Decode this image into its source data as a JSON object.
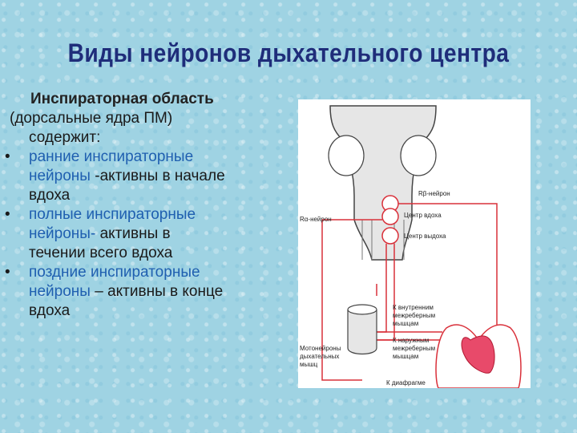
{
  "title": "Виды нейронов дыхательного центра",
  "heading": "Инспираторная область",
  "subtitle_line1": "(дорсальные ядра ПМ)",
  "subtitle_line2": "содержит:",
  "bullets": [
    {
      "term_l1": "ранние инспираторные",
      "term_l2": "нейроны",
      "desc_l2": " -активны в начале",
      "desc_l3": "вдоха"
    },
    {
      "term_l1": "полные инспираторные",
      "term_l2": "нейроны-",
      "desc_l2": " активны в",
      "desc_l3": "течении всего вдоха"
    },
    {
      "term_l1": "поздние инспираторные",
      "term_l2": "нейроны",
      "desc_l2": " – активны в конце",
      "desc_l3": "вдоха"
    }
  ],
  "figure": {
    "label_rb": "Rβ-нейрон",
    "label_ra": "Rα-нейрон",
    "label_inspiration": "Центр вдоха",
    "label_expiration": "Центр выдоха",
    "label_internal_l1": "К внутренним",
    "label_internal_l2": "межреберным",
    "label_internal_l3": "мышцам",
    "label_external_l1": "К наружным",
    "label_external_l2": "межреберным",
    "label_external_l3": "мышцам",
    "label_motor_l1": "Мотонейроны",
    "label_motor_l2": "дыхательных",
    "label_motor_l3": "мышц",
    "label_diaphragm": "К диафрагме",
    "accent": "#d9303a"
  }
}
